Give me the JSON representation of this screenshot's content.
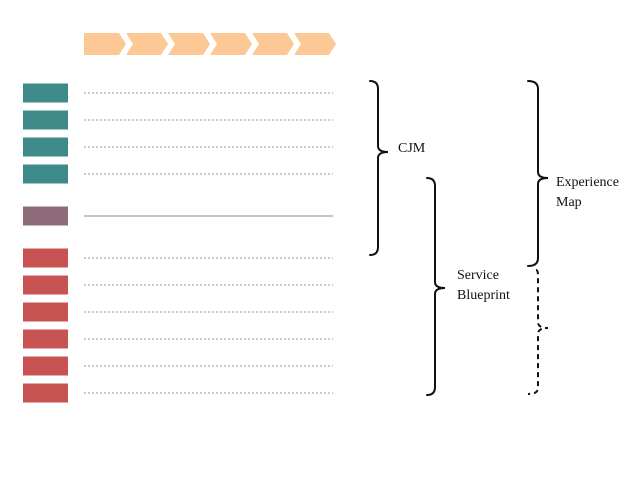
{
  "labels": {
    "cjm": "CJM",
    "service_blueprint": [
      "Service",
      "Blueprint"
    ],
    "experience_map": [
      "Experience",
      "Map"
    ]
  },
  "colors": {
    "chevron": "#fcc896",
    "teal": "#3e8a89",
    "mauve": "#8e6b79",
    "red": "#c85353",
    "dotted_line": "#9a9a9a",
    "solid_line": "#888888",
    "bracket": "#111111"
  },
  "diagram": {
    "chevron_count": 6,
    "rows": [
      {
        "color": "teal",
        "line": "dotted"
      },
      {
        "color": "teal",
        "line": "dotted"
      },
      {
        "color": "teal",
        "line": "dotted"
      },
      {
        "color": "teal",
        "line": "dotted"
      },
      {
        "color": "mauve",
        "line": "solid"
      },
      {
        "color": "red",
        "line": "dotted"
      },
      {
        "color": "red",
        "line": "dotted"
      },
      {
        "color": "red",
        "line": "dotted"
      },
      {
        "color": "red",
        "line": "dotted"
      },
      {
        "color": "red",
        "line": "dotted"
      },
      {
        "color": "red",
        "line": "dotted"
      }
    ]
  }
}
